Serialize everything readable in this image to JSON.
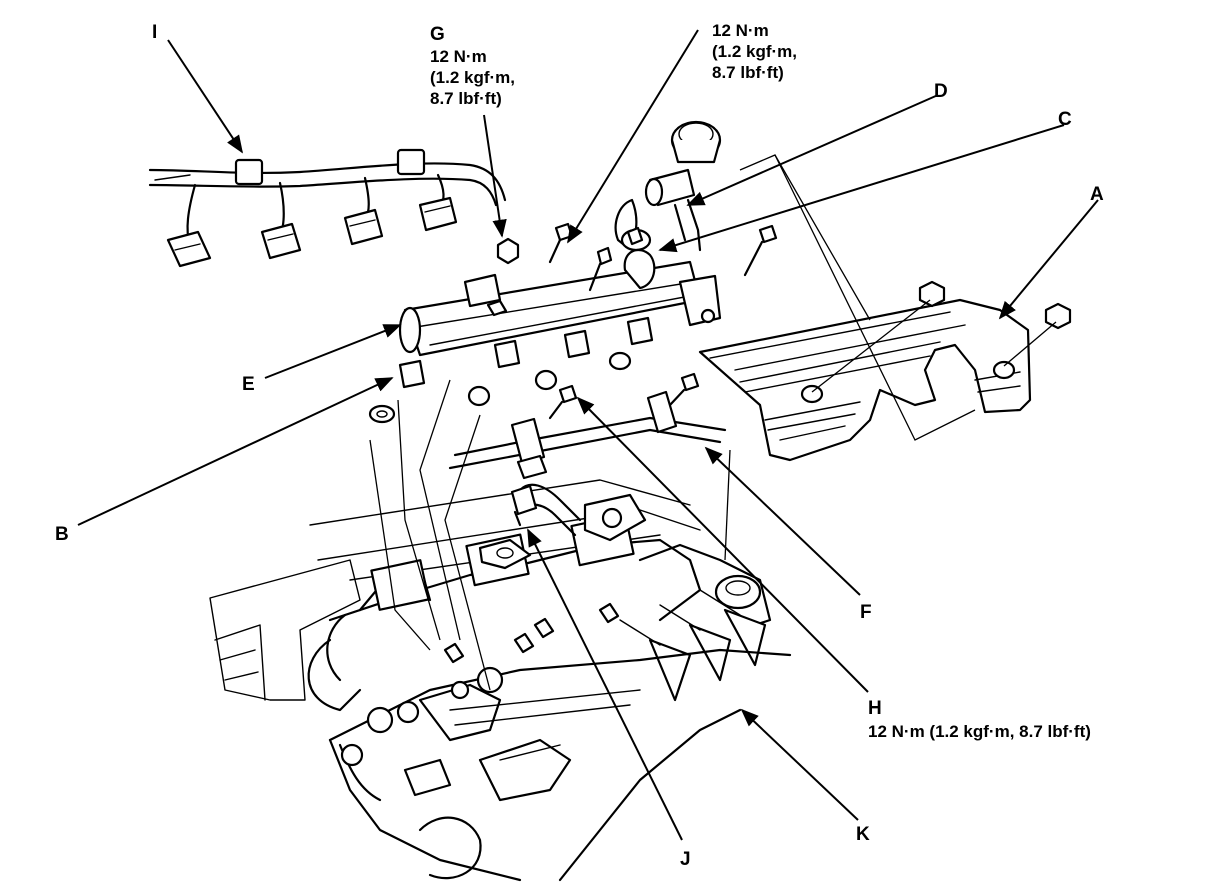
{
  "callouts": {
    "A": "A",
    "B": "B",
    "C": "C",
    "D": "D",
    "E": "E",
    "F": "F",
    "G": "G",
    "H": "H",
    "I": "I",
    "J": "J",
    "K": "K"
  },
  "torque_specs": {
    "G": [
      "12 N·m",
      "(1.2 kgf·m,",
      "8.7 lbf·ft)"
    ],
    "top_bolt": [
      "12 N·m",
      "(1.2 kgf·m,",
      "8.7 lbf·ft)"
    ],
    "H": "12 N·m (1.2 kgf·m, 8.7 lbf·ft)"
  }
}
